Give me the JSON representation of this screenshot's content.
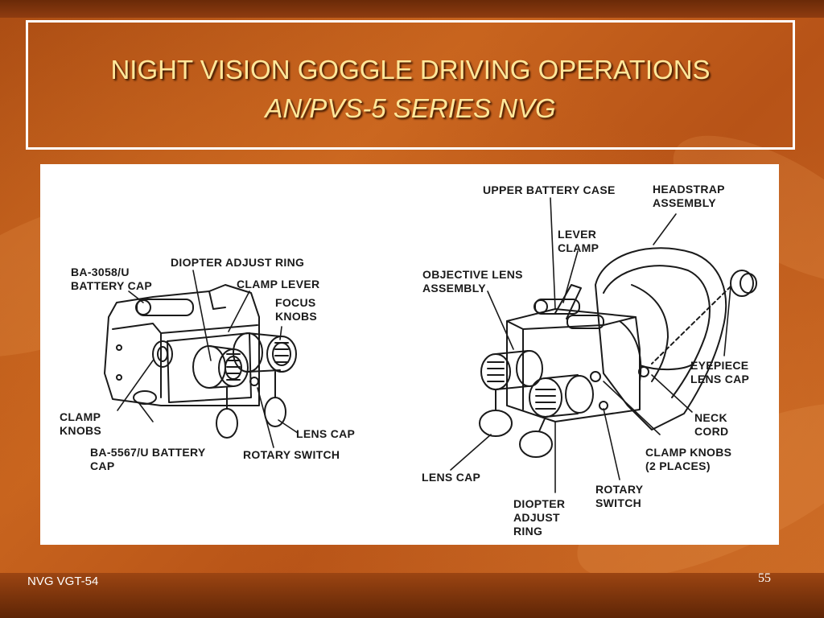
{
  "slide": {
    "title_line1": "NIGHT VISION GOGGLE DRIVING OPERATIONS",
    "title_line2": "AN/PVS-5 SERIES NVG",
    "footer_left": "NVG VGT-54",
    "page_number": "55"
  },
  "diagram": {
    "left_labels": {
      "battery_cap_3058": "BA-3058/U\nBATTERY CAP",
      "diopter_adjust_ring": "DIOPTER ADJUST RING",
      "clamp_lever": "CLAMP LEVER",
      "focus_knobs": "FOCUS\nKNOBS",
      "clamp_knobs": "CLAMP\nKNOBS",
      "battery_cap_5567": "BA-5567/U BATTERY\nCAP",
      "rotary_switch": "ROTARY SWITCH",
      "lens_cap": "LENS CAP"
    },
    "right_labels": {
      "upper_battery_case": "UPPER BATTERY CASE",
      "headstrap_assembly": "HEADSTRAP\nASSEMBLY",
      "lever_clamp": "LEVER\nCLAMP",
      "objective_lens_assembly": "OBJECTIVE LENS\nASSEMBLY",
      "eyepiece_lens_cap": "EYEPIECE\nLENS CAP",
      "neck_cord": "NECK\nCORD",
      "clamp_knobs": "CLAMP KNOBS\n(2 PLACES)",
      "rotary_switch": "ROTARY\nSWITCH",
      "diopter_adjust_ring": "DIOPTER\nADJUST\nRING",
      "lens_cap": "LENS CAP"
    }
  }
}
